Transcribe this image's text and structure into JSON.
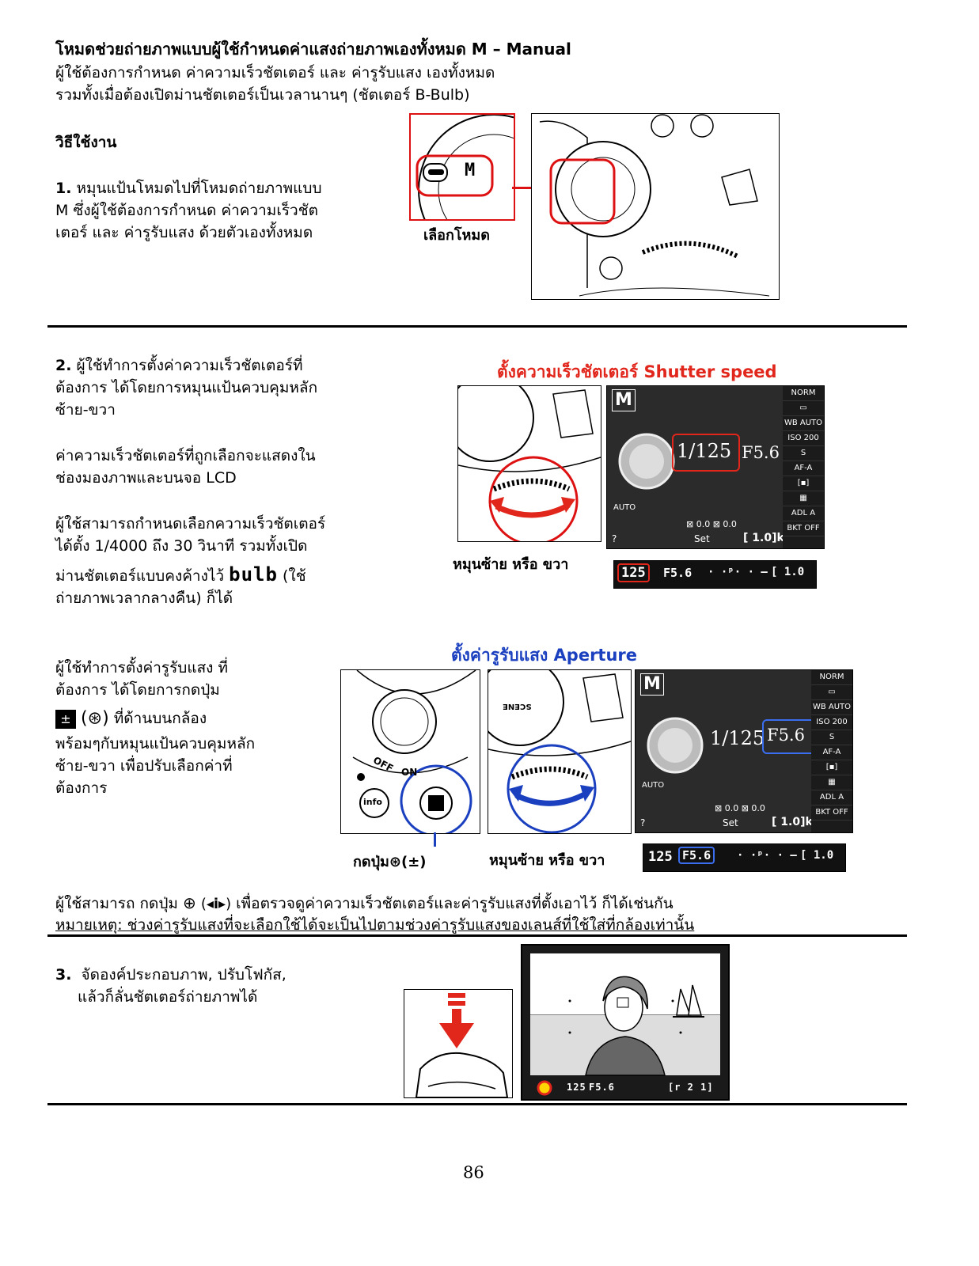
{
  "title": "โหมดช่วยถ่ายภาพแบบผู้ใช้กำหนดค่าแสงถ่ายภาพเองทั้งหมด M – Manual",
  "intro": [
    "ผู้ใช้ต้องการกำหนด ค่าความเร็วชัตเตอร์ และ ค่ารูรับแสง เองทั้งหมด",
    "รวมทั้งเมื่อต้องเปิดม่านชัตเตอร์เป็นเวลานานๆ (ชัตเตอร์ B-Bulb)"
  ],
  "howto_heading": "วิธีใช้งาน",
  "step1": {
    "num": "1.",
    "lines": [
      "หมุนแป้นโหมดไปที่โหมดถ่ายภาพแบบ",
      "M ซึ่งผู้ใช้ต้องการกำหนด ค่าความเร็วชัต",
      "เตอร์ และ ค่ารูรับแสง ด้วยตัวเองทั้งหมด"
    ],
    "caption": "เลือกโหมด",
    "dial_letter": "M"
  },
  "step2": {
    "num": "2.",
    "lines_a": [
      "ผู้ใช้ทำการตั้งค่าความเร็วชัตเตอร์ที่",
      "ต้องการ ได้โดยการหมุนแป้นควบคุมหลัก",
      "ซ้าย-ขวา"
    ],
    "lines_b": [
      "ค่าความเร็วชัตเตอร์ที่ถูกเลือกจะแสดงใน",
      "ช่องมองภาพและบนจอ LCD"
    ],
    "lines_c": [
      "ผู้ใช้สามารถกำหนดเลือกความเร็วชัตเตอร์",
      "ได้ตั้ง 1/4000 ถึง 30 วินาที รวมทั้งเปิด"
    ],
    "bulb_pre": "ม่านชัตเตอร์แบบคงค้างไว้",
    "bulb_word": "bulb",
    "bulb_post": "(ใช้",
    "bulb_line2": "ถ่ายภาพเวลากลางคืน) ก็ได้",
    "shutter_heading": "ตั้งความเร็วชัตเตอร์ Shutter speed",
    "rotate_caption": "หมุนซ้าย หรือ ขวา",
    "aperture_lines": [
      "ผู้ใช้ทำการตั้งค่ารูรับแสง ที่",
      "ต้องการ ได้โดยการกดปุ่ม"
    ],
    "aperture_btn_text": "ที่ด้านบนกล้อง",
    "aperture_lines2": [
      "พร้อมๆกับหมุนแป้นควบคุมหลัก",
      "ซ้าย-ขวา เพื่อปรับเลือกค่าที่",
      "ต้องการ"
    ],
    "aperture_heading": "ตั้งค่ารูรับแสง Aperture",
    "press_caption": "กดปุ่ม",
    "rotate_caption2": "หมุนซ้าย หรือ ขวา",
    "check_pre": "ผู้ใช้สามารถ กดปุ่ม",
    "check_post": "เพื่อตรวจดูค่าความเร็วชัตเตอร์และค่ารูรับแสงที่ตั้งเอาไว้ ก็ได้เช่นกัน",
    "note": "หมายเหตุ: ช่วงค่ารูรับแสงที่จะเลือกใช้ได้จะเป็นไปตามช่วงค่ารูรับแสงของเลนส์ที่ใช้ใส่ที่กล้องเท่านั้น"
  },
  "lcd": {
    "mode": "M",
    "shutter": "1/125",
    "aperture": "F5.6",
    "side": [
      "NORM",
      "▭",
      "WB AUTO",
      "ISO 200",
      "S",
      "AF-A",
      "[▪]",
      "▦",
      "ADL A",
      "BKT OFF"
    ],
    "auto": "AUTO",
    "bottom": "⊠ 0.0  ⊠ 0.0",
    "help": "?",
    "set": "Set",
    "count": "[ 1.0]k"
  },
  "strip": {
    "shutter": "125",
    "aperture": "F5.6",
    "rest": "· ·ᵖ· · –",
    "end": "[  1.0"
  },
  "dial_labels": {
    "off": "OFF",
    "on": "ON",
    "info": "info",
    "scene": "SCENE"
  },
  "step3": {
    "num": "3.",
    "lines": [
      "จัดองค์ประกอบภาพ, ปรับโฟกัส,",
      "แล้วก็ลั่นชัตเตอร์ถ่ายภาพได้"
    ],
    "vf_shutter": "125",
    "vf_aperture": "F5.6",
    "vf_count": "[r 2 1]"
  },
  "page_number": "86"
}
